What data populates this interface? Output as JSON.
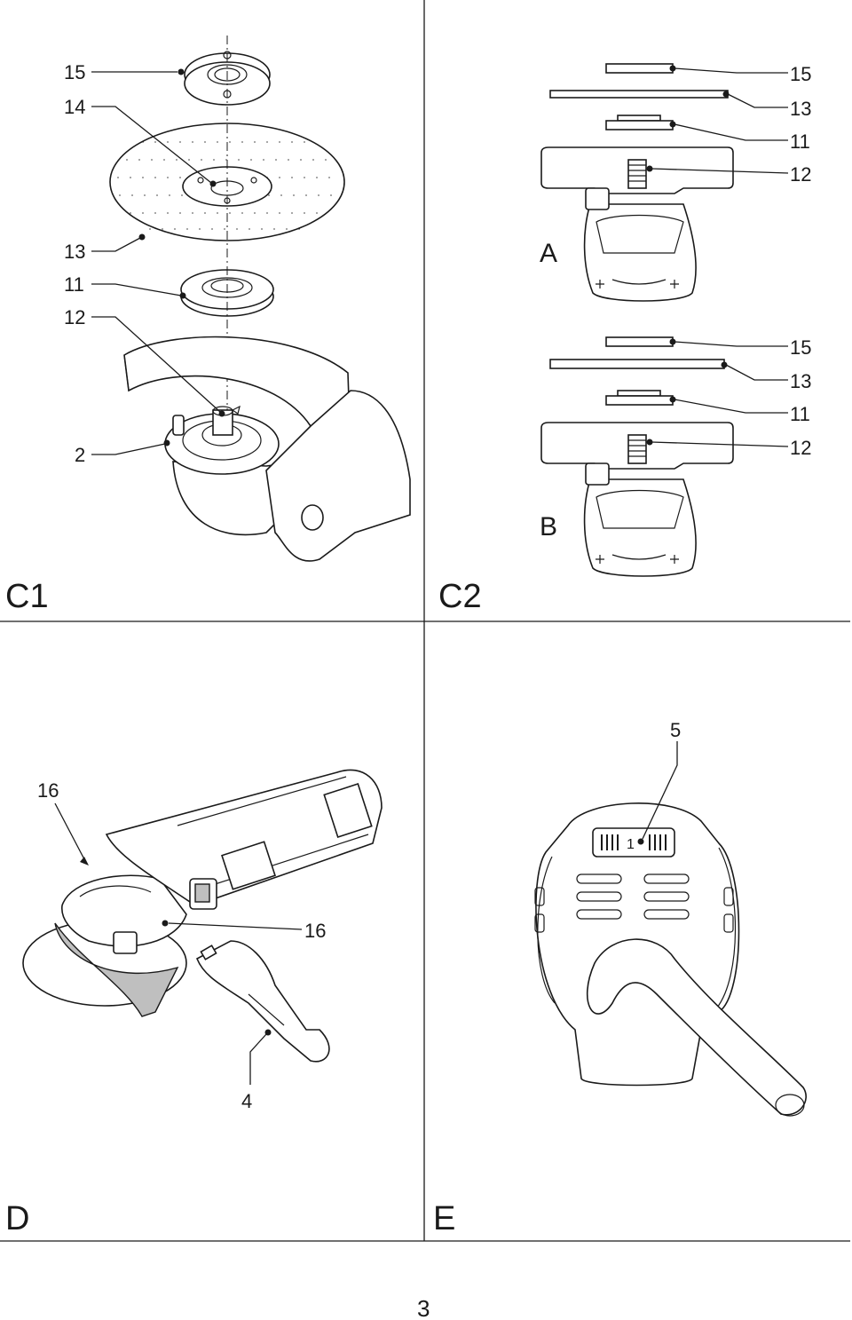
{
  "page_number": "3",
  "panels": {
    "c1": {
      "title": "C1",
      "labels": [
        "15",
        "14",
        "13",
        "11",
        "12",
        "2"
      ]
    },
    "c2": {
      "title": "C2",
      "view_a": {
        "title": "A",
        "labels": [
          "15",
          "13",
          "11",
          "12"
        ]
      },
      "view_b": {
        "title": "B",
        "labels": [
          "15",
          "13",
          "11",
          "12"
        ]
      }
    },
    "d": {
      "title": "D",
      "labels": [
        "16",
        "16",
        "4"
      ]
    },
    "e": {
      "title": "E",
      "labels": [
        "5"
      ],
      "switch_digit": "1"
    }
  },
  "icons": [
    "grinder-exploded-view",
    "flange-stack-side-view",
    "side-handle-mounting",
    "rear-switch-view"
  ]
}
